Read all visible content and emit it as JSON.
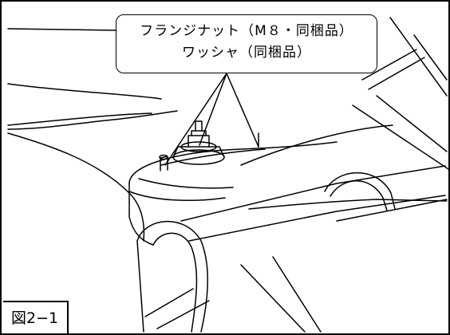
{
  "callout": {
    "line1": "フランジナット（M８・同梱品）",
    "line2": "ワッシャ（同梱品）"
  },
  "figure_label": "図2−1"
}
